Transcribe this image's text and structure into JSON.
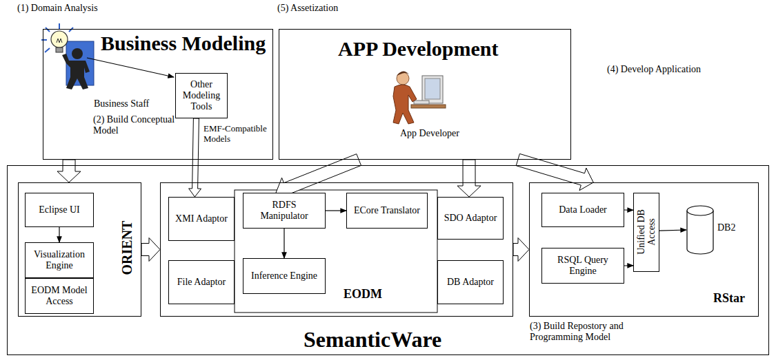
{
  "diagram": {
    "nodes": [
      {
        "text": [
          "Business Modeling"
        ]
      },
      {
        "text": [
          "Other Modeling Tools"
        ],
        "in": 0
      },
      {
        "text": [
          "APP Development"
        ]
      },
      {
        "text": [
          "SemanticWare"
        ]
      },
      {
        "text": [
          "ORIENT"
        ],
        "in": 3
      },
      {
        "text": [
          "Eclipse UI"
        ],
        "in": 4
      },
      {
        "text": [
          "Visualization Engine"
        ],
        "in": 4
      },
      {
        "text": [
          "EODM Model Access"
        ],
        "in": 4
      },
      {
        "text": [
          "EODM"
        ],
        "in": 3
      },
      {
        "text": [
          "XMI Adaptor"
        ],
        "in": 8
      },
      {
        "text": [
          "File Adaptor"
        ],
        "in": 8
      },
      {
        "text": [
          "RDFS Manipulator"
        ],
        "in": 8
      },
      {
        "text": [
          "ECore Translator"
        ],
        "in": 8
      },
      {
        "text": [
          "Inference Engine"
        ],
        "in": 8
      },
      {
        "text": [
          "SDO Adaptor"
        ],
        "in": 8
      },
      {
        "text": [
          "DB Adaptor"
        ],
        "in": 8
      },
      {
        "text": [
          "RStar"
        ],
        "in": 3
      },
      {
        "text": [
          "Data Loader"
        ],
        "in": 16
      },
      {
        "text": [
          "RSQL Query Engine"
        ],
        "in": 16
      },
      {
        "text": [
          "Unified DB Access"
        ],
        "in": 16
      },
      {
        "text": [
          "DB2"
        ],
        "in": 16
      }
    ],
    "edges": [
      {
        "from": 0,
        "to": 4,
        "arrow": "to"
      },
      {
        "from": 1,
        "to": 9,
        "arrow": "to"
      },
      {
        "from": 4,
        "to": 8,
        "arrow": "to"
      },
      {
        "from": 8,
        "to": 16,
        "arrow": "to"
      },
      {
        "from": 2,
        "to": 11,
        "arrow": "to"
      },
      {
        "from": 2,
        "to": 14,
        "arrow": "to"
      },
      {
        "from": 2,
        "to": 16,
        "arrow": "to"
      },
      {
        "from": 5,
        "to": 6,
        "arrow": "to"
      },
      {
        "from": 11,
        "to": 12,
        "arrow": "to"
      },
      {
        "from": 11,
        "to": 13,
        "arrow": "to"
      },
      {
        "from": 17,
        "to": 19,
        "arrow": "to"
      },
      {
        "from": 18,
        "to": 19,
        "arrow": "to"
      },
      {
        "from": 19,
        "to": 20,
        "arrow": "to"
      }
    ],
    "labels": [
      "(1) Domain Analysis",
      "(5) Assetization",
      "Business Staff",
      "(2) Build Conceptual Model",
      "EMF-Compatible Models",
      "App Developer",
      "(4) Develop Application",
      "(3) Build Repostory and Programming Model"
    ]
  }
}
